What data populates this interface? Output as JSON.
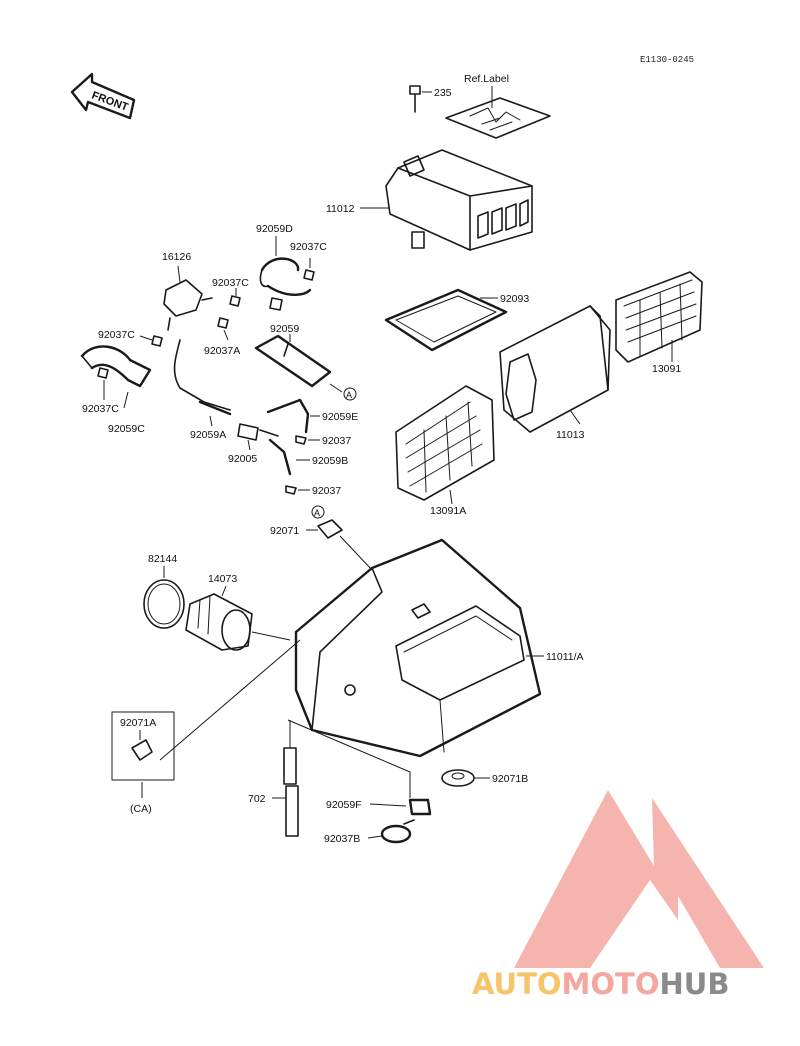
{
  "diagram_code": "E1130-0245",
  "front_label": "FRONT",
  "ref_label": "Ref.Label",
  "callout_marker": "A",
  "parts": {
    "p235": "235",
    "p11012": "11012",
    "p92059D": "92059D",
    "p92037C_top": "92037C",
    "p16126": "16126",
    "p92037C_mid": "92037C",
    "p92093": "92093",
    "p13091": "13091",
    "p92037C_left": "92037C",
    "p92059": "92059",
    "p92037A": "92037A",
    "p92037C_low": "92037C",
    "p92059C": "92059C",
    "p92059E": "92059E",
    "p92059A": "92059A",
    "p92037_a": "92037",
    "p92005": "92005",
    "p92059B": "92059B",
    "p92037_b": "92037",
    "p11013": "11013",
    "p13091A": "13091A",
    "p92071": "92071",
    "p82144": "82144",
    "p14073": "14073",
    "p11011A": "11011/A",
    "p92071A": "92071A",
    "pCA": "(CA)",
    "p702": "702",
    "p92059F": "92059F",
    "p92071B": "92071B",
    "p92037B": "92037B"
  },
  "watermark": {
    "word_a": "AUTO",
    "word_b": "MOTO",
    "word_c": "HUB",
    "color_a": "#f7c46a",
    "color_b": "#f4a7a0",
    "color_c": "#8a8a8a"
  }
}
